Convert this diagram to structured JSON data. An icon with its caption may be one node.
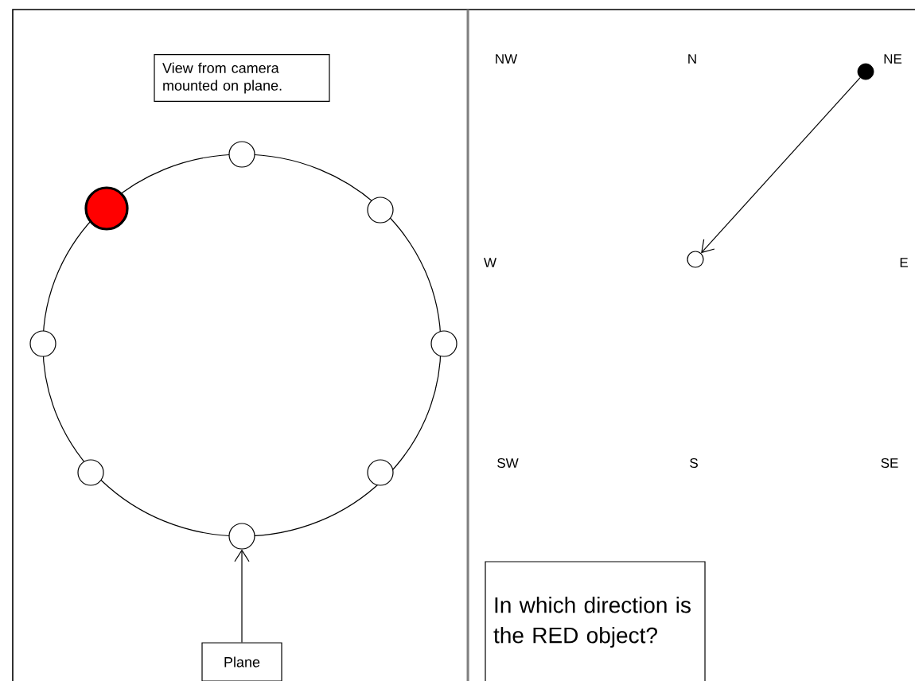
{
  "diagram": {
    "nodes": [
      {
        "text": [
          "View from camera mounted on plane."
        ]
      },
      {
        "text": [],
        "shape": "circle"
      },
      {
        "text": [],
        "shape": "circle"
      },
      {
        "text": [],
        "shape": "circle"
      },
      {
        "text": [],
        "shape": "circle"
      },
      {
        "text": [],
        "shape": "circle"
      },
      {
        "text": [],
        "shape": "circle"
      },
      {
        "text": [],
        "shape": "circle"
      },
      {
        "text": [],
        "shape": "circle"
      },
      {
        "text": [
          "Plane"
        ]
      },
      {
        "text": [],
        "shape": "circle"
      },
      {
        "text": [],
        "shape": "circle"
      },
      {
        "text": [
          "In which direction is the RED object?"
        ]
      }
    ],
    "edges": [
      {
        "from": 9,
        "to": 8,
        "arrow": "to"
      },
      {
        "from": 10,
        "to": 11,
        "arrow": "to"
      }
    ],
    "labels": [
      "NW",
      "N",
      "NE",
      "W",
      "E",
      "SW",
      "S",
      "SE"
    ]
  }
}
